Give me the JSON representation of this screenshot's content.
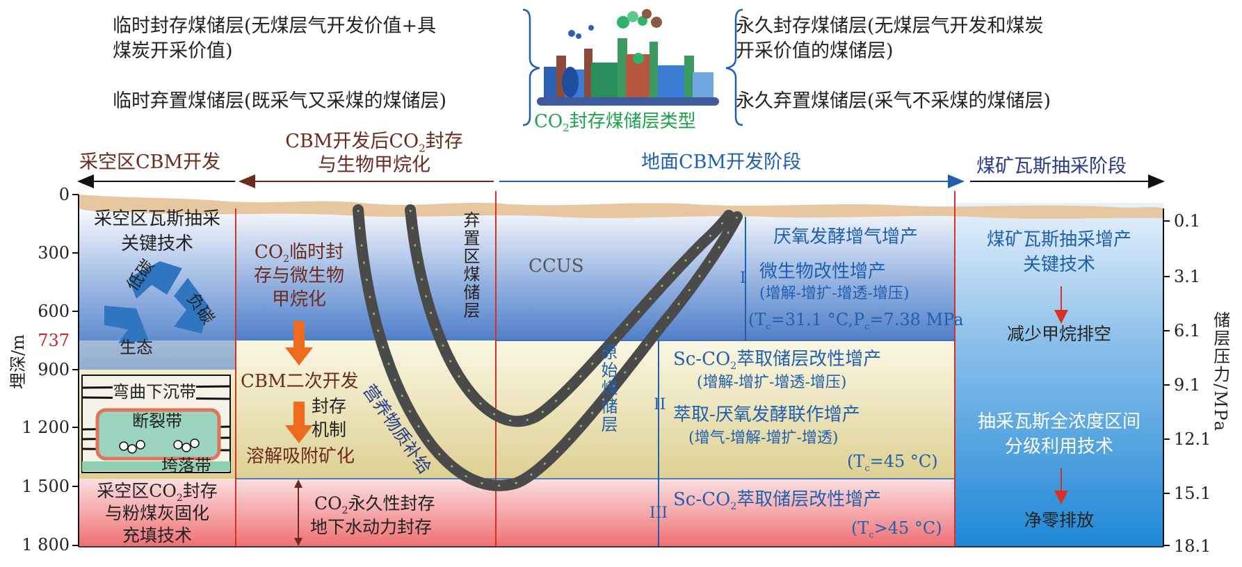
{
  "top": {
    "temp_storage_line1": "临时封存煤储层(无煤层气开发价值+具",
    "temp_storage_line2": "煤炭开采价值)",
    "temp_abandon": "临时弃置煤储层(既采气又采煤的煤储层)",
    "perm_storage_line1": "永久封存煤储层(无煤层气开发和煤炭",
    "perm_storage_line2": "开采价值的煤储层)",
    "perm_abandon": "永久弃置煤储层(采气不采煤的煤储层)",
    "center_title_pre": "CO",
    "center_title_sub": "2",
    "center_title_post": "封存煤储层类型"
  },
  "stages": {
    "goaf_cbm": "采空区CBM开发",
    "post_cbm_line1_pre": "CBM开发后CO",
    "post_cbm_line1_sub": "2",
    "post_cbm_line1_post": "封存",
    "post_cbm_line2": "与生物甲烷化",
    "surface_cbm": "地面CBM开发阶段",
    "mine_gas": "煤矿瓦斯抽采阶段"
  },
  "axes": {
    "left_label": "埋深/m",
    "right_label": "储层压力/MPa",
    "depth_ticks": [
      "0",
      "300",
      "600",
      "737",
      "900",
      "1 200",
      "1 500",
      "1 800"
    ],
    "pressure_ticks": [
      "0.1",
      "3.1",
      "6.1",
      "9.1",
      "12.1",
      "15.1",
      "18.1"
    ]
  },
  "goaf": {
    "key_tech_line1": "采空区瓦斯抽采",
    "key_tech_line2": "关键技术",
    "cycle_low_carbon": "低碳",
    "cycle_negative_carbon": "负碳",
    "cycle_ecology": "生态",
    "bending_zone": "弯曲下沉带",
    "fracture_zone": "断裂带",
    "caving_zone": "垮落带",
    "storage_line1_pre": "采空区CO",
    "storage_line1_sub": "2",
    "storage_line1_post": "封存",
    "storage_line2": "与粉煤灰固化",
    "storage_line3": "充填技术"
  },
  "post_cbm": {
    "temp_line1_pre": "CO",
    "temp_line1_sub": "2",
    "temp_line1_post": "临时封",
    "temp_line2": "存与微生物",
    "temp_line3": "甲烷化",
    "secondary": "CBM二次开发",
    "mech_line1": "封存",
    "mech_line2": "机制",
    "dissolution": "溶解吸附矿化",
    "perm_line1_pre": "CO",
    "perm_line1_sub": "2",
    "perm_line1_post": "永久性封存",
    "perm_line2": "地下水动力封存"
  },
  "surface": {
    "abandoned_area": "弃置区煤储层",
    "nutrient": "营养物质补给",
    "ccus": "CCUS",
    "original": "原始煤储层",
    "zone1_label": "I",
    "zone1_a": "厌氧发酵增气增产",
    "zone1_b": "微生物改性增产",
    "zone1_c": "(增解-增扩-增透-增压)",
    "zone1_d_pre": "(T",
    "zone1_d_sub1": "c",
    "zone1_d_mid": "=31.1 °C,P",
    "zone1_d_sub2": "c",
    "zone1_d_post": "=7.38 MPa",
    "zone2_label": "II",
    "zone2_a_pre": "Sc-CO",
    "zone2_a_sub": "2",
    "zone2_a_post": "萃取储层改性增产",
    "zone2_b": "(增解-增扩-增透-增压)",
    "zone2_c": "萃取-厌氧发酵联作增产",
    "zone2_d": "(增气-增解-增扩-增透)",
    "zone2_e_pre": "(T",
    "zone2_e_sub": "c",
    "zone2_e_post": "=45 °C)",
    "zone3_label": "III",
    "zone3_a_pre": "Sc-CO",
    "zone3_a_sub": "2",
    "zone3_a_post": "萃取储层改性增产",
    "zone3_b_pre": "(T",
    "zone3_b_sub": "c",
    "zone3_b_post": ">45 °C)"
  },
  "mine": {
    "key_tech_line1": "煤矿瓦斯抽采增产",
    "key_tech_line2": "关键技术",
    "reduce": "减少甲烷排空",
    "full_conc_line1": "抽采瓦斯全浓度区间",
    "full_conc_line2": "分级利用技术",
    "net_zero": "净零排放"
  },
  "colors": {
    "band_blue": "#4f7fc9",
    "band_yellow": "#e7dfa9",
    "band_red": "#ef7e80",
    "mine_blue": "#2f8fd8",
    "ground": "#e6c7a0",
    "divider_red": "#d93025",
    "arrow_orange": "#ee6a1e",
    "recycle_blue": "#2f75c0",
    "channel_dark": "#4a4a4a"
  }
}
